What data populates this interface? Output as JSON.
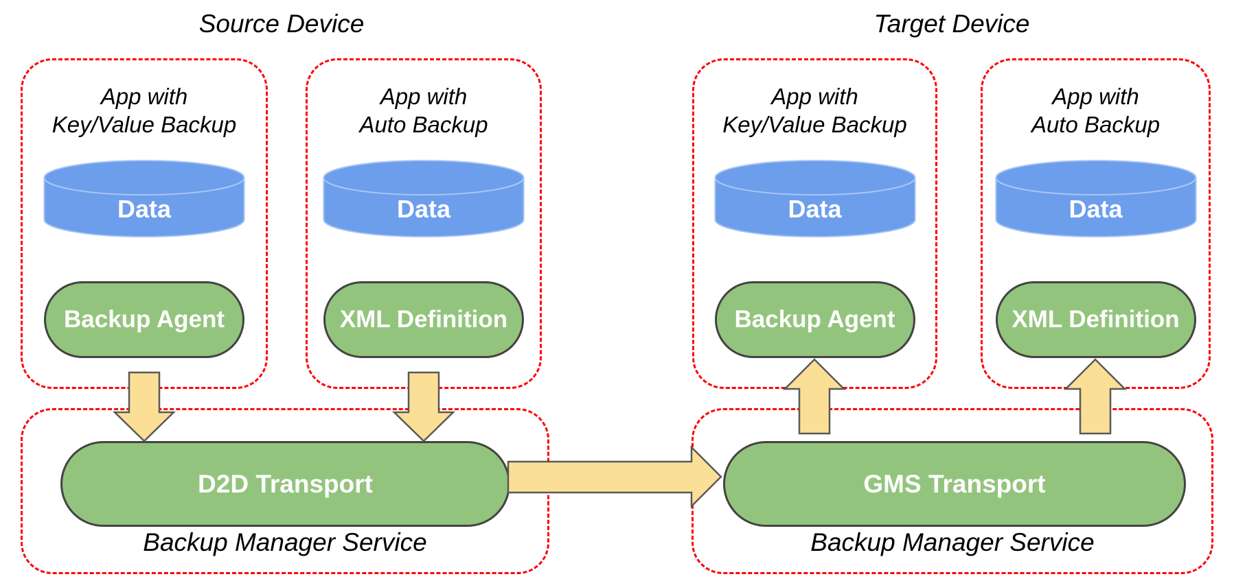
{
  "devices": [
    {
      "title": "Source Device",
      "apps": [
        {
          "label_line1": "App with",
          "label_line2": "Key/Value Backup",
          "data_store": "Data",
          "component": "Backup Agent"
        },
        {
          "label_line1": "App with",
          "label_line2": "Auto Backup",
          "data_store": "Data",
          "component": "XML Definition"
        }
      ],
      "service": {
        "transport": "D2D Transport",
        "label": "Backup Manager Service"
      }
    },
    {
      "title": "Target Device",
      "apps": [
        {
          "label_line1": "App with",
          "label_line2": "Key/Value Backup",
          "data_store": "Data",
          "component": "Backup Agent"
        },
        {
          "label_line1": "App with",
          "label_line2": "Auto Backup",
          "data_store": "Data",
          "component": "XML Definition"
        }
      ],
      "service": {
        "transport": "GMS Transport",
        "label": "Backup Manager Service"
      }
    }
  ],
  "arrows": [
    {
      "name": "backup-agent-to-d2d",
      "direction": "down"
    },
    {
      "name": "xml-definition-to-d2d",
      "direction": "down"
    },
    {
      "name": "d2d-to-gms",
      "direction": "right"
    },
    {
      "name": "gms-to-backup-agent",
      "direction": "up"
    },
    {
      "name": "gms-to-xml-definition",
      "direction": "up"
    }
  ],
  "colors": {
    "container_border": "#ff0000",
    "data_cylinder_fill": "#6d9eeb",
    "data_cylinder_rim": "#a9c7f5",
    "component_fill": "#93c47d",
    "component_border": "#434343",
    "arrow_fill": "#fbdf96",
    "arrow_border": "#595959",
    "shape_text": "#ffffff",
    "label_text": "#000000"
  }
}
